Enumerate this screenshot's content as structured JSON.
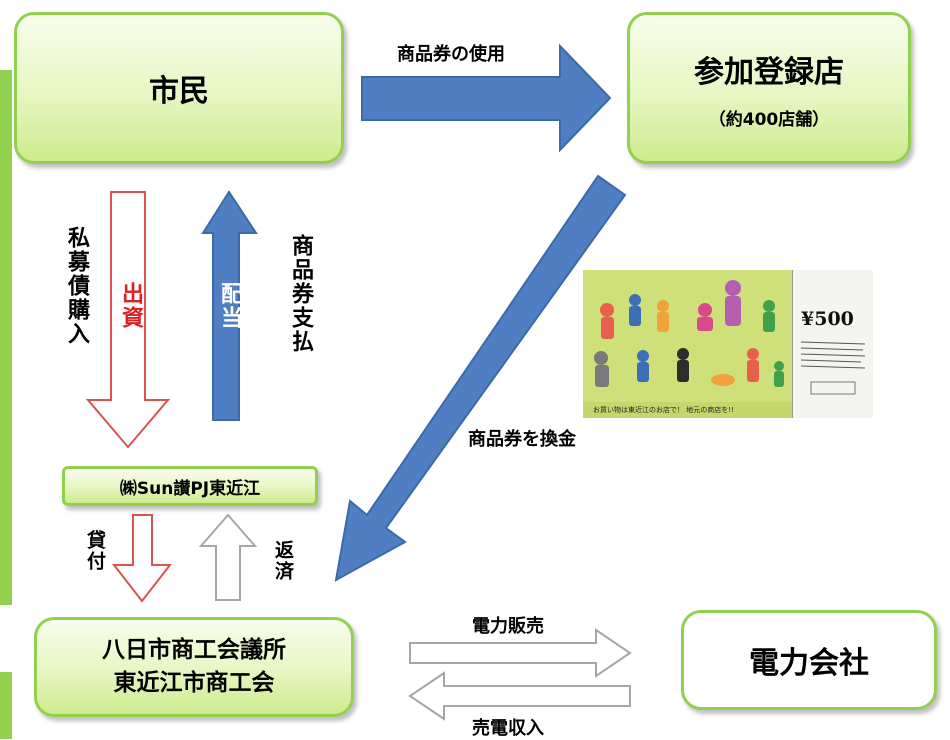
{
  "nodes": {
    "citizens": "市民",
    "registered_stores": "参加登録店",
    "registered_stores_sub": "（約400店舗）",
    "company": "㈱Sun讃PJ東近江",
    "chamber": "八日市商工会議所\n東近江市商工会",
    "power_company": "電力会社"
  },
  "edges": {
    "voucher_use": "商品券の使用",
    "voucher_exchange": "商品券を換金",
    "private_bond": "私募債購入",
    "investment": "出資",
    "dividend": "配当",
    "voucher_payment": "商品券支払",
    "loan": "貸付",
    "repayment": "返済",
    "power_sales": "電力販売",
    "power_income": "売電収入"
  },
  "voucher": {
    "price": "¥500",
    "caption": "お買い物は東近江のお店で！ 地元の商店を!!"
  },
  "colors": {
    "box_border": "#92d050",
    "box_fill": "#e6f6c2",
    "arrow_blue": "#4f7fc2",
    "arrow_red": "#d9534f",
    "investment_text": "#e02020"
  }
}
